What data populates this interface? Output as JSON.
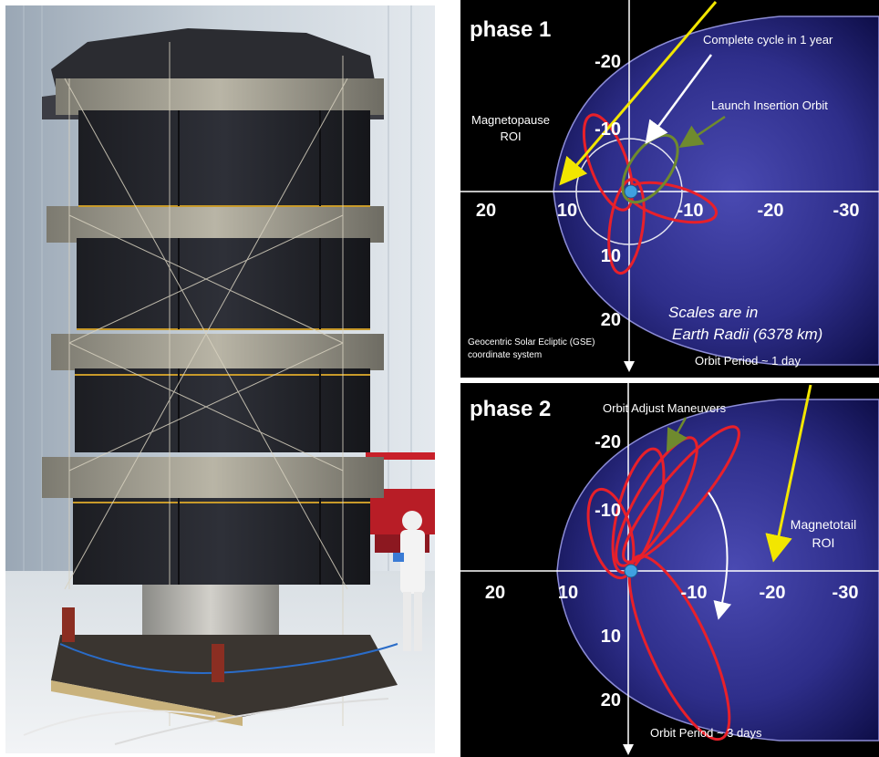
{
  "phase1": {
    "title": "phase 1",
    "x_ticks": [
      "20",
      "10",
      "-10",
      "-20",
      "-30"
    ],
    "y_ticks": [
      "-20",
      "-10",
      "10",
      "20"
    ],
    "labels": {
      "complete_cycle": "Complete cycle in 1 year",
      "launch_orbit": "Launch Insertion Orbit",
      "magnetopause_1": "Magnetopause",
      "magnetopause_2": "ROI",
      "scales_1": "Scales are in",
      "scales_2": "Earth Radii (6378 km)",
      "gse_1": "Geocentric Solar Ecliptic (GSE)",
      "gse_2": "coordinate system",
      "period": "Orbit Period ~ 1 day"
    }
  },
  "phase2": {
    "title": "phase 2",
    "x_ticks": [
      "20",
      "10",
      "-10",
      "-20",
      "-30"
    ],
    "y_ticks": [
      "-20",
      "-10",
      "10",
      "20"
    ],
    "labels": {
      "maneuvers": "Orbit Adjust Maneuvers",
      "magnetotail_1": "Magnetotail",
      "magnetotail_2": "ROI",
      "period": "Orbit Period ~ 3 days"
    }
  },
  "colors": {
    "orbit": "#e8202a",
    "launch_orbit": "#6f8a2e",
    "pointer": "#f2e600",
    "axes": "#ffffff",
    "magnetosphere": "#3a3a9a",
    "background": "#000000"
  }
}
